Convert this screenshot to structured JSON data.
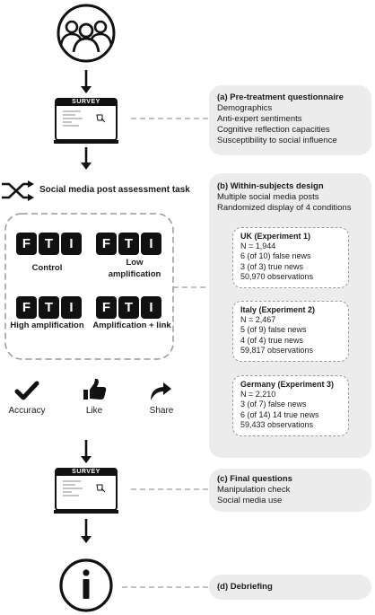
{
  "survey_label": "SURVEY",
  "task_title": "Social media post assessment task",
  "formats": [
    {
      "letters": [
        "F",
        "T",
        "I"
      ],
      "label": "Control"
    },
    {
      "letters": [
        "F",
        "T",
        "I"
      ],
      "label": "Low amplification"
    },
    {
      "letters": [
        "F",
        "T",
        "I"
      ],
      "label": "High amplification"
    },
    {
      "letters": [
        "F",
        "T",
        "I"
      ],
      "label": "Amplification + link"
    }
  ],
  "responses": [
    {
      "icon": "checkmark-icon",
      "label": "Accuracy"
    },
    {
      "icon": "thumbs-up-icon",
      "label": "Like"
    },
    {
      "icon": "share-arrow-icon",
      "label": "Share"
    }
  ],
  "panel_a": {
    "title": "(a) Pre-treatment questionnaire",
    "lines": [
      "Demographics",
      "Anti-expert sentiments",
      "Cognitive reflection capacities",
      "Susceptibility to social influence"
    ]
  },
  "panel_b": {
    "title": "(b) Within-subjects design",
    "lines": [
      "Multiple social media posts",
      "Randomized display of 4 conditions"
    ],
    "experiments": [
      {
        "title": "UK (Experiment 1)",
        "lines": [
          "N = 1,944",
          "6 (of 10) false news",
          "3 (of 3) true news",
          "50,970 observations"
        ]
      },
      {
        "title": "Italy (Experiment 2)",
        "lines": [
          "N = 2,467",
          "5 (of 9) false news",
          "4 (of 4) true news",
          "59,817 observations"
        ]
      },
      {
        "title": "Germany (Experiment 3)",
        "lines": [
          "N = 2,210",
          "3 (of 7) false news",
          "6 (of 14) 14 true news",
          "59,433 observations"
        ]
      }
    ]
  },
  "panel_c": {
    "title": "(c) Final questions",
    "lines": [
      "Manipulation check",
      "Social media use"
    ]
  },
  "panel_d": {
    "title": "(d) Debriefing"
  }
}
